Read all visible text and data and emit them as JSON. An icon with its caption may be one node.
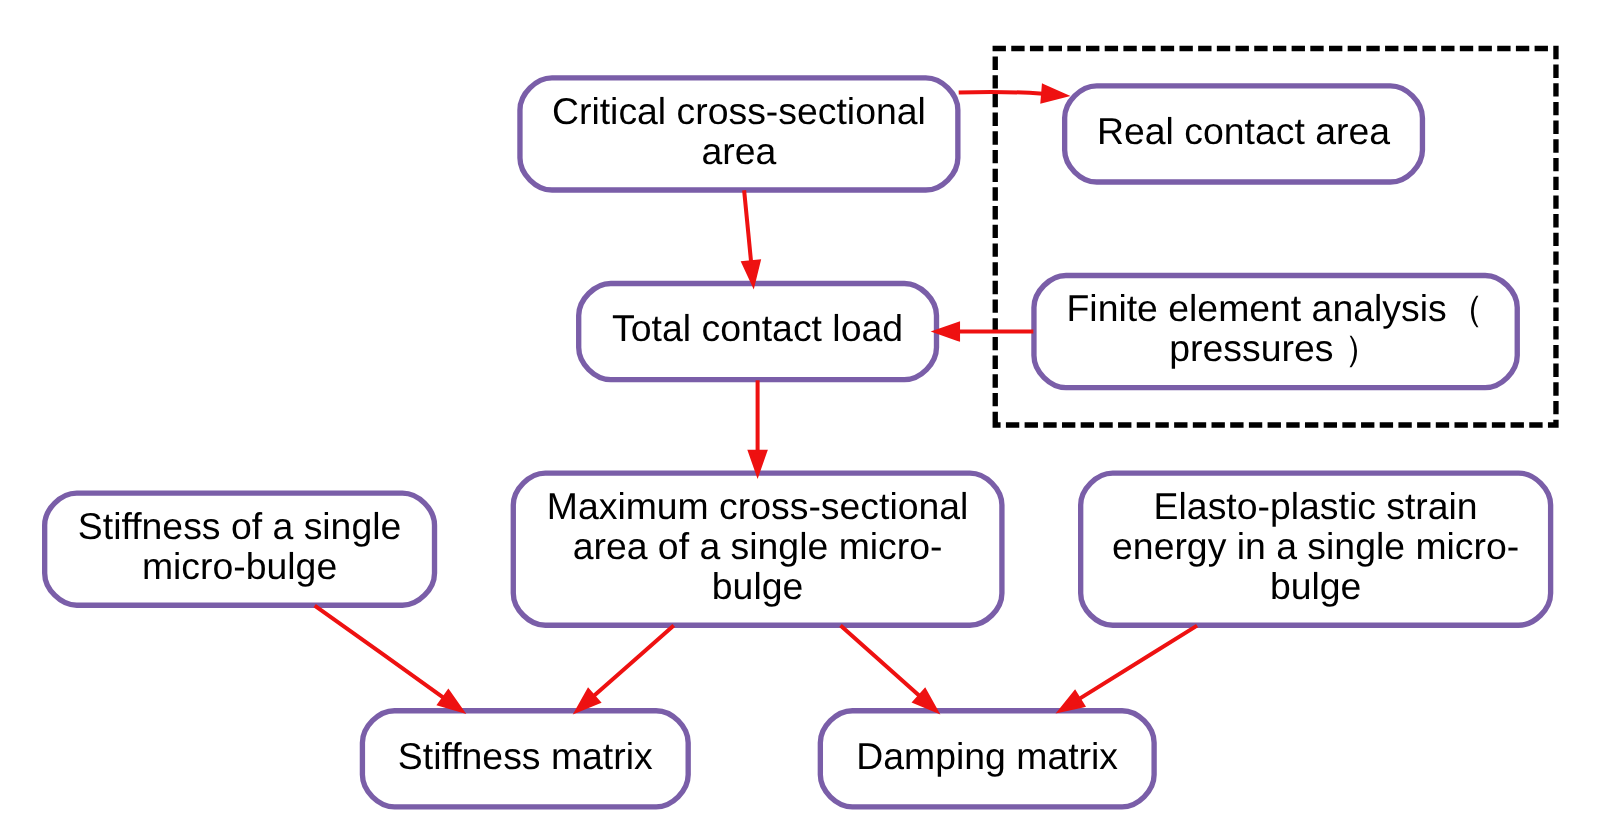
{
  "diagram": {
    "nodes": [
      {
        "text": [
          "Critical cross-sectional area"
        ]
      },
      {
        "text": [],
        "shape": "box"
      },
      {
        "text": [
          "Real contact area"
        ],
        "in": 1
      },
      {
        "text": [
          "Finite element analysis（ pressures ）"
        ],
        "in": 1
      },
      {
        "text": [
          "Total contact load"
        ]
      },
      {
        "text": [
          "Stiffness of a single micro-bulge"
        ]
      },
      {
        "text": [
          "Maximum cross-sectional area of a single micro-bulge"
        ]
      },
      {
        "text": [
          "Elasto-plastic strain energy in a single micro-bulge"
        ]
      },
      {
        "text": [
          "Stiffness matrix"
        ]
      },
      {
        "text": [
          "Damping matrix"
        ]
      }
    ],
    "edges": [
      {
        "from": 0,
        "to": 2,
        "arrow": "to"
      },
      {
        "from": 0,
        "to": 4,
        "arrow": "to"
      },
      {
        "from": 3,
        "to": 4,
        "arrow": "to"
      },
      {
        "from": 4,
        "to": 6,
        "arrow": "to"
      },
      {
        "from": 5,
        "to": 8,
        "arrow": "to"
      },
      {
        "from": 6,
        "to": 8,
        "arrow": "to"
      },
      {
        "from": 6,
        "to": 9,
        "arrow": "to"
      },
      {
        "from": 7,
        "to": 9,
        "arrow": "to"
      }
    ]
  }
}
